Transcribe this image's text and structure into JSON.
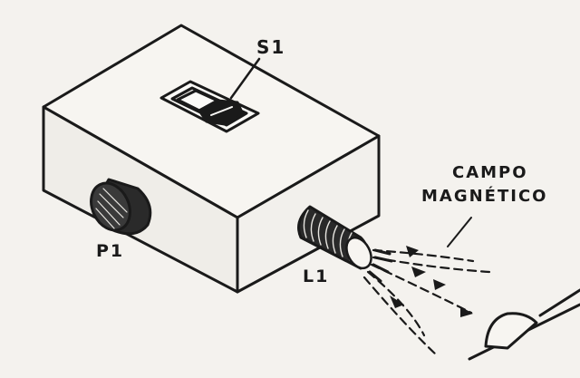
{
  "diagram": {
    "labels": {
      "switch": "S1",
      "knob": "P1",
      "coil": "L1",
      "field_line1": "CAMPO",
      "field_line2": "MAGNÉTICO"
    }
  }
}
